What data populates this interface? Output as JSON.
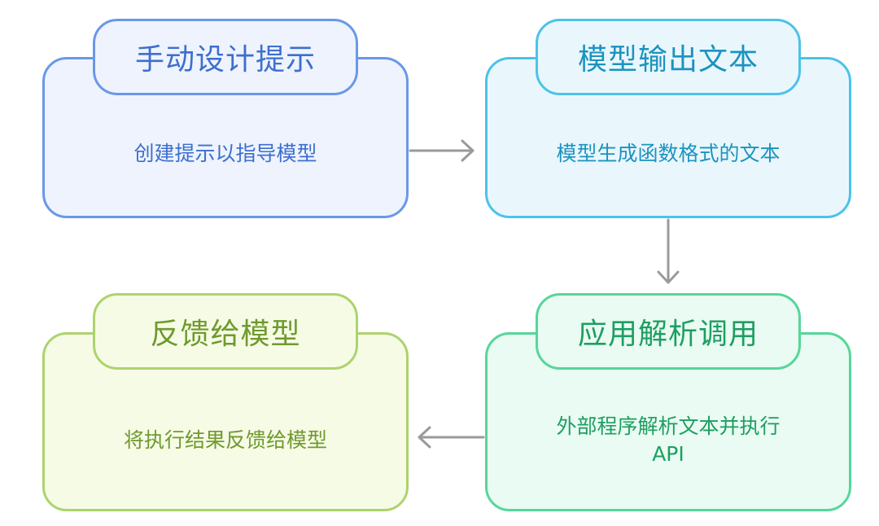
{
  "steps": [
    {
      "title": "手动设计提示",
      "body": "创建提示以指导模型"
    },
    {
      "title": "模型输出文本",
      "body": "模型生成函数格式的文本"
    },
    {
      "title": "应用解析调用",
      "body": "外部程序解析文本并执行\nAPI"
    },
    {
      "title": "反馈给模型",
      "body": "将执行结果反馈给模型"
    }
  ],
  "colors": {
    "blue": "#6a98e8",
    "cyan": "#4cc2ea",
    "green": "#56d69a",
    "lime": "#add36c",
    "arrow": "#9a9a9a"
  }
}
